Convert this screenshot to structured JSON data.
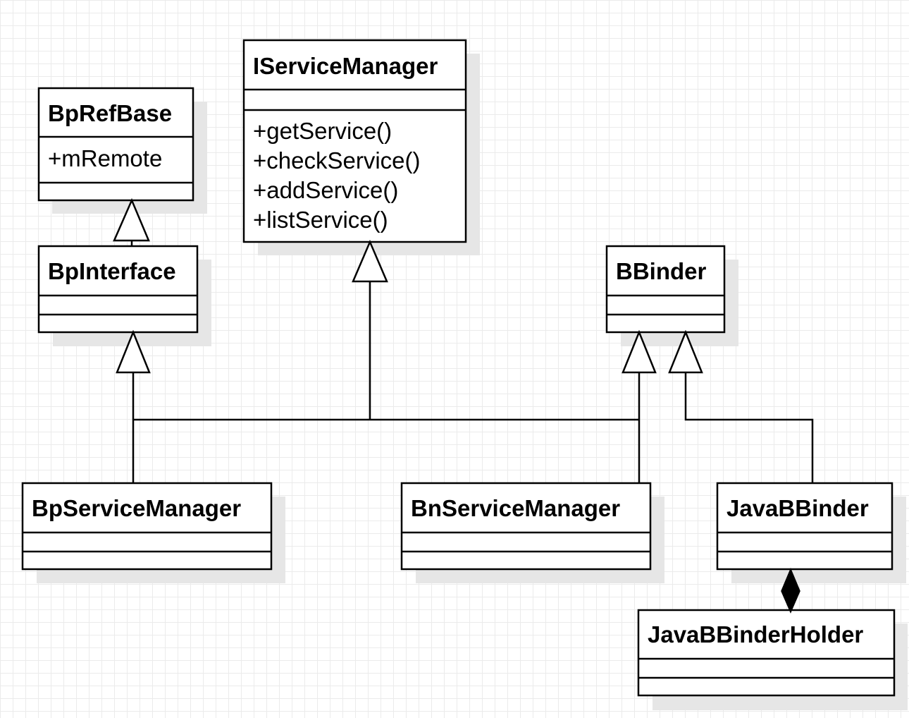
{
  "classes": {
    "bprefbase": {
      "name": "BpRefBase",
      "attributes": [
        "+mRemote"
      ],
      "methods": []
    },
    "iservicemanager": {
      "name": "IServiceManager",
      "attributes": [],
      "methods": [
        "+getService()",
        "+checkService()",
        "+addService()",
        "+listService()"
      ]
    },
    "bpinterface": {
      "name": "BpInterface",
      "attributes": [],
      "methods": []
    },
    "bbinder": {
      "name": "BBinder",
      "attributes": [],
      "methods": []
    },
    "bpservicemanager": {
      "name": "BpServiceManager",
      "attributes": [],
      "methods": []
    },
    "bnservicemanager": {
      "name": "BnServiceManager",
      "attributes": [],
      "methods": []
    },
    "javabbinder": {
      "name": "JavaBBinder",
      "attributes": [],
      "methods": []
    },
    "javabbinderholder": {
      "name": "JavaBBinderHolder",
      "attributes": [],
      "methods": []
    }
  },
  "relations": [
    {
      "type": "generalization",
      "from": "bpinterface",
      "to": "bprefbase"
    },
    {
      "type": "generalization",
      "from": "bpservicemanager",
      "to": "bpinterface"
    },
    {
      "type": "generalization",
      "from": "bpservicemanager",
      "to": "iservicemanager"
    },
    {
      "type": "generalization",
      "from": "bnservicemanager",
      "to": "iservicemanager"
    },
    {
      "type": "generalization",
      "from": "bnservicemanager",
      "to": "bbinder"
    },
    {
      "type": "generalization",
      "from": "javabbinder",
      "to": "bbinder"
    },
    {
      "type": "composition",
      "from": "javabbinderholder",
      "to": "javabbinder"
    }
  ]
}
